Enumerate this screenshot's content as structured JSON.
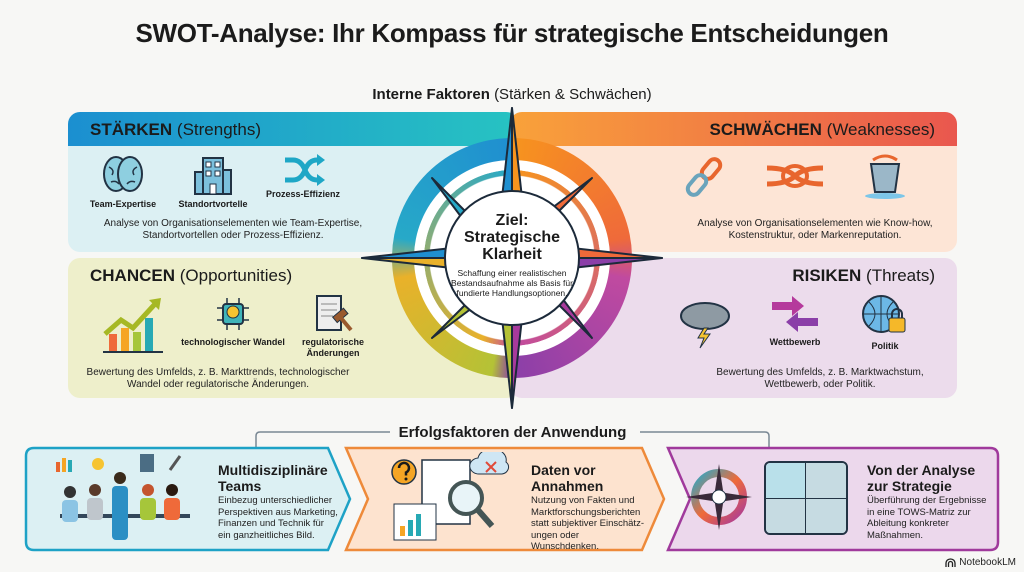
{
  "title": "SWOT-Analyse: Ihr Kompass für strategische Entscheidungen",
  "internal": {
    "bold": "Interne Faktoren",
    "normal": "(Stärken & Schwächen)"
  },
  "strengths": {
    "title": "STÄRKEN",
    "subtitle": "(Strengths)",
    "items": [
      "Team-Expertise",
      "Standortvortelle",
      "Prozess-Effizienz"
    ],
    "desc": "Analyse von Organisationselementen wie Team-Expertise, Standortvortellen oder Prozess-Effizienz."
  },
  "weaknesses": {
    "title": "SCHWÄCHEN",
    "subtitle": "(Weaknesses)",
    "desc": "Analyse von Organisationselementen wie Know-how, Kostenstruktur, oder Markenreputation."
  },
  "opportunities": {
    "title": "CHANCEN",
    "subtitle": "(Opportunities)",
    "items": [
      "technologischer Wandel",
      "regulatorische Änderungen"
    ],
    "desc": "Bewertung des Umfelds, z. B. Markttrends, technologischer Wandel oder regulatorische Änderungen."
  },
  "threats": {
    "title": "RISIKEN",
    "subtitle": "(Threats)",
    "items": [
      "Wettbewerb",
      "Politik"
    ],
    "desc": "Bewertung des Umfelds, z. B. Marktwachstum, Wettbewerb, oder Politik."
  },
  "center": {
    "title": "Ziel: Strategische Klarheit",
    "text": "Schaffung einer realistischen Bestandsaufnahme als Basis für fundierte Handlungsoptionen."
  },
  "success": {
    "heading": "Erfolgsfaktoren der Anwendung",
    "cards": [
      {
        "title": "Multidisziplinäre Teams",
        "text": "Einbezug unterschiedlicher Perspektiven aus Marketing, Finanzen und Technik für ein ganzheitliches Bild."
      },
      {
        "title": "Daten vor Annahmen",
        "text": "Nutzung von Fakten und Marktforschungsberichten statt subjektiver Einschätz-ungen oder Wunschdenken."
      },
      {
        "title": "Von der Analyse zur Strategie",
        "text": "Überführung der Ergebnisse in eine TOWS-Matriz zur Ableitung konkreter Maßnahmen."
      }
    ]
  },
  "footer": {
    "brand": "NotebookLM"
  },
  "colors": {
    "strengths": "#1f9fd4",
    "weaknesses": "#ee6a3a",
    "opportunities": "#c9c23a",
    "threats": "#a8409a"
  }
}
